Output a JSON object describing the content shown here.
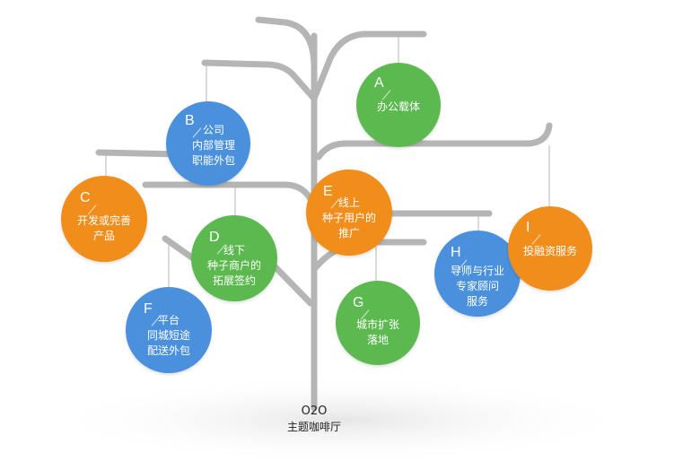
{
  "colors": {
    "trunk": "#b5b5b5",
    "green": "#5cb94f",
    "blue": "#4a90dd",
    "orange": "#f18d1b"
  },
  "base": {
    "code": "O2O",
    "label": "主题咖啡厅"
  },
  "nodes": [
    {
      "id": "A",
      "letter": "A",
      "text": "办公载体",
      "color": "green"
    },
    {
      "id": "B",
      "letter": "B",
      "text": "公司\n内部管理\n职能外包",
      "color": "blue"
    },
    {
      "id": "C",
      "letter": "C",
      "text": "开发或完善\n产品",
      "color": "orange"
    },
    {
      "id": "D",
      "letter": "D",
      "text": "线下\n种子商户的\n拓展签约",
      "color": "green"
    },
    {
      "id": "E",
      "letter": "E",
      "text": "线上\n种子用户的\n推广",
      "color": "orange"
    },
    {
      "id": "F",
      "letter": "F",
      "text": "平台\n同城短途\n配送外包",
      "color": "blue"
    },
    {
      "id": "G",
      "letter": "G",
      "text": "城市扩张\n落地",
      "color": "green"
    },
    {
      "id": "H",
      "letter": "H",
      "text": "导师与行业\n专家顾问\n服务",
      "color": "blue"
    },
    {
      "id": "I",
      "letter": "I",
      "text": "投融资服务",
      "color": "orange"
    }
  ]
}
